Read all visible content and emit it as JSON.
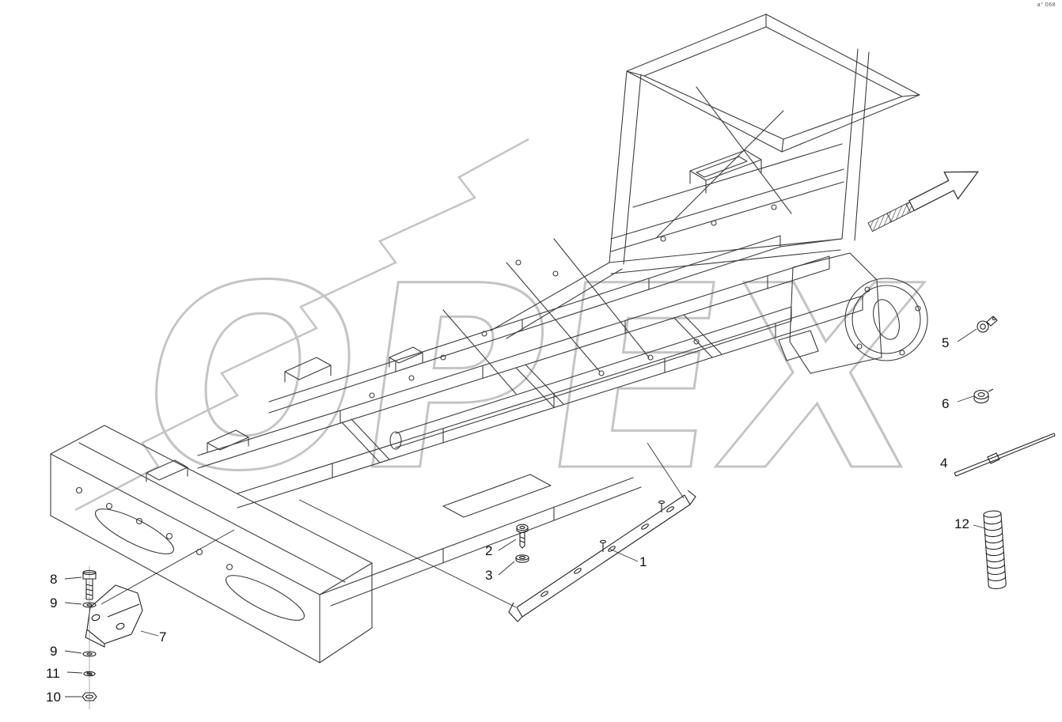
{
  "page": {
    "corner_mark": "a° 068"
  },
  "watermark": {
    "text": "OPEX"
  },
  "colors": {
    "line": "#3c3c3c",
    "watermark": "#c4c4c4",
    "background": "#ffffff"
  },
  "icons": {
    "direction_arrow": "direction-of-travel-arrow",
    "hatch_marks": "motion-hatch-marks"
  },
  "diagram": {
    "callouts": [
      {
        "label": "1"
      },
      {
        "label": "2"
      },
      {
        "label": "3"
      },
      {
        "label": "4"
      },
      {
        "label": "5"
      },
      {
        "label": "6"
      },
      {
        "label": "7"
      },
      {
        "label": "8"
      },
      {
        "label": "9"
      },
      {
        "label": "9"
      },
      {
        "label": "10"
      },
      {
        "label": "11"
      },
      {
        "label": "12"
      }
    ]
  }
}
